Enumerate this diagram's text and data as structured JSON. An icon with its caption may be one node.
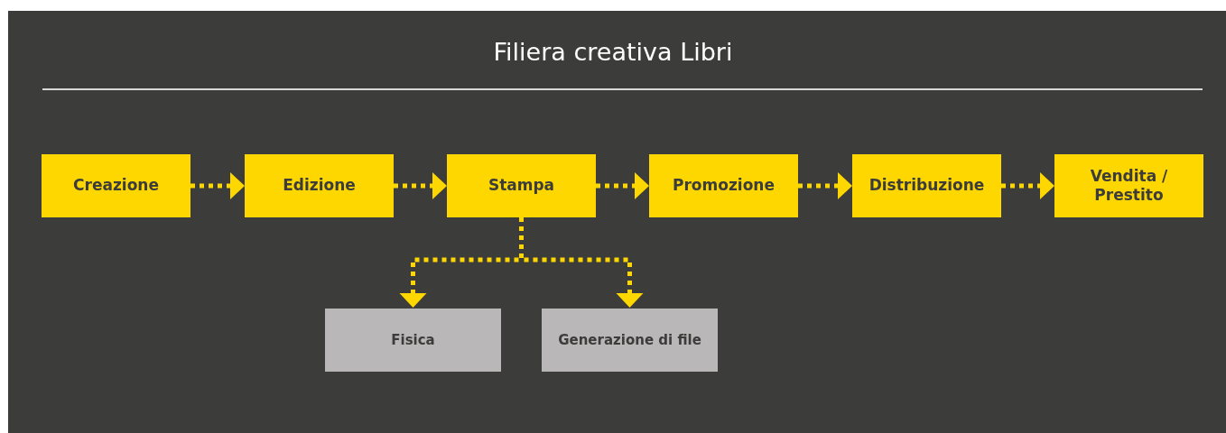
{
  "diagram": {
    "title": "Filiera creativa Libri",
    "nodes": [
      {
        "text": [
          "Creazione"
        ]
      },
      {
        "text": [
          "Edizione"
        ]
      },
      {
        "text": [
          "Stampa"
        ]
      },
      {
        "text": [
          "Promozione"
        ]
      },
      {
        "text": [
          "Distribuzione"
        ]
      },
      {
        "text": [
          "Vendita / Prestito"
        ]
      },
      {
        "text": [
          "Fisica"
        ]
      },
      {
        "text": [
          "Generazione di file"
        ]
      }
    ],
    "edges": [
      {
        "from": 0,
        "to": 1,
        "arrow": "to",
        "style": "dashed"
      },
      {
        "from": 1,
        "to": 2,
        "arrow": "to",
        "style": "dashed"
      },
      {
        "from": 2,
        "to": 3,
        "arrow": "to",
        "style": "dashed"
      },
      {
        "from": 3,
        "to": 4,
        "arrow": "to",
        "style": "dashed"
      },
      {
        "from": 4,
        "to": 5,
        "arrow": "to",
        "style": "dashed"
      },
      {
        "from": 2,
        "to": 6,
        "arrow": "to",
        "style": "dashed"
      },
      {
        "from": 2,
        "to": 7,
        "arrow": "to",
        "style": "dashed"
      }
    ]
  }
}
